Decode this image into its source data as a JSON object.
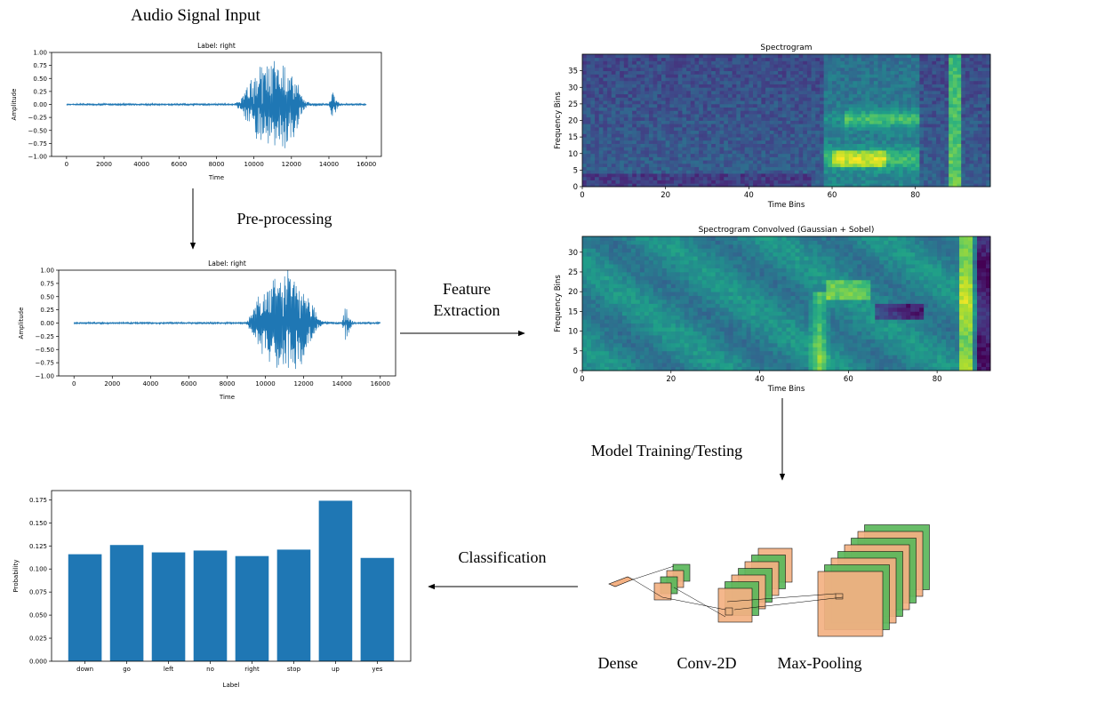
{
  "stage_labels": {
    "input": "Audio Signal Input",
    "preprocessing": "Pre-processing",
    "feature_line1": "Feature",
    "feature_line2": "Extraction",
    "training": "Model Training/Testing",
    "classification": "Classification"
  },
  "layer_labels": {
    "dense": "Dense",
    "conv": "Conv-2D",
    "pool": "Max-Pooling"
  },
  "colors": {
    "line": "#1f77b4",
    "bar": "#1f77b4",
    "conv_orange": "#f4b183",
    "conv_green": "#5cb85c",
    "cmap_low": "#440154",
    "cmap_high": "#fde725"
  },
  "chart_data": [
    {
      "id": "raw",
      "type": "line",
      "title": "Label: right",
      "xlabel": "Time",
      "ylabel": "Amplitude",
      "xlim": [
        -800,
        16800
      ],
      "ylim": [
        -1.0,
        1.0
      ],
      "xticks": [
        0,
        2000,
        4000,
        6000,
        8000,
        10000,
        12000,
        14000,
        16000
      ],
      "yticks": [
        -1.0,
        -0.75,
        -0.5,
        -0.25,
        0.0,
        0.25,
        0.5,
        0.75,
        1.0
      ],
      "ytick_labels": [
        "−1.00",
        "−0.75",
        "−0.50",
        "−0.25",
        "0.00",
        "0.25",
        "0.50",
        "0.75",
        "1.00"
      ],
      "envelope": [
        [
          0,
          0.02
        ],
        [
          9000,
          0.02
        ],
        [
          9200,
          0.1
        ],
        [
          9500,
          0.3
        ],
        [
          10000,
          0.6
        ],
        [
          10500,
          0.75
        ],
        [
          11000,
          0.8
        ],
        [
          11500,
          0.85
        ],
        [
          12000,
          0.75
        ],
        [
          12400,
          0.4
        ],
        [
          12700,
          0.1
        ],
        [
          13000,
          0.03
        ],
        [
          14000,
          0.02
        ],
        [
          14200,
          0.3
        ],
        [
          14400,
          0.1
        ],
        [
          14600,
          0.02
        ],
        [
          16000,
          0.02
        ]
      ],
      "grid": false
    },
    {
      "id": "pre",
      "type": "line",
      "title": "Label: right",
      "xlabel": "Time",
      "ylabel": "Amplitude",
      "xlim": [
        -800,
        16800
      ],
      "ylim": [
        -1.0,
        1.0
      ],
      "xticks": [
        0,
        2000,
        4000,
        6000,
        8000,
        10000,
        12000,
        14000,
        16000
      ],
      "yticks": [
        -1.0,
        -0.75,
        -0.5,
        -0.25,
        0.0,
        0.25,
        0.5,
        0.75,
        1.0
      ],
      "ytick_labels": [
        "−1.00",
        "−0.75",
        "−0.50",
        "−0.25",
        "0.00",
        "0.25",
        "0.50",
        "0.75",
        "1.00"
      ],
      "envelope": [
        [
          0,
          0.02
        ],
        [
          9000,
          0.02
        ],
        [
          9200,
          0.15
        ],
        [
          9500,
          0.4
        ],
        [
          10000,
          0.7
        ],
        [
          10500,
          0.88
        ],
        [
          11000,
          0.95
        ],
        [
          11500,
          1.0
        ],
        [
          12000,
          0.85
        ],
        [
          12400,
          0.45
        ],
        [
          12700,
          0.12
        ],
        [
          13000,
          0.03
        ],
        [
          14000,
          0.02
        ],
        [
          14200,
          0.35
        ],
        [
          14400,
          0.12
        ],
        [
          14600,
          0.02
        ],
        [
          16000,
          0.02
        ]
      ],
      "grid": false
    },
    {
      "id": "spec",
      "type": "heatmap",
      "title": "Spectrogram",
      "xlabel": "Time Bins",
      "ylabel": "Frequency Bins",
      "xlim": [
        0,
        98
      ],
      "ylim": [
        0,
        40
      ],
      "xticks": [
        0,
        20,
        40,
        60,
        80
      ],
      "yticks": [
        0,
        5,
        10,
        15,
        20,
        25,
        30,
        35
      ],
      "grid": false
    },
    {
      "id": "conv",
      "type": "heatmap",
      "title": "Spectrogram Convolved (Gaussian + Sobel)",
      "xlabel": "Time Bins",
      "ylabel": "Frequency Bins",
      "xlim": [
        0,
        92
      ],
      "ylim": [
        0,
        34
      ],
      "xticks": [
        0,
        20,
        40,
        60,
        80
      ],
      "yticks": [
        0,
        5,
        10,
        15,
        20,
        25,
        30
      ],
      "grid": false
    },
    {
      "id": "prob",
      "type": "bar",
      "title": "",
      "xlabel": "Label",
      "ylabel": "Probability",
      "categories": [
        "down",
        "go",
        "left",
        "no",
        "right",
        "stop",
        "up",
        "yes"
      ],
      "values": [
        0.116,
        0.126,
        0.118,
        0.12,
        0.114,
        0.121,
        0.174,
        0.112
      ],
      "ylim": [
        0,
        0.185
      ],
      "yticks": [
        0.0,
        0.025,
        0.05,
        0.075,
        0.1,
        0.125,
        0.15,
        0.175
      ],
      "ytick_labels": [
        "0.000",
        "0.025",
        "0.050",
        "0.075",
        "0.100",
        "0.125",
        "0.150",
        "0.175"
      ],
      "grid": false
    }
  ]
}
